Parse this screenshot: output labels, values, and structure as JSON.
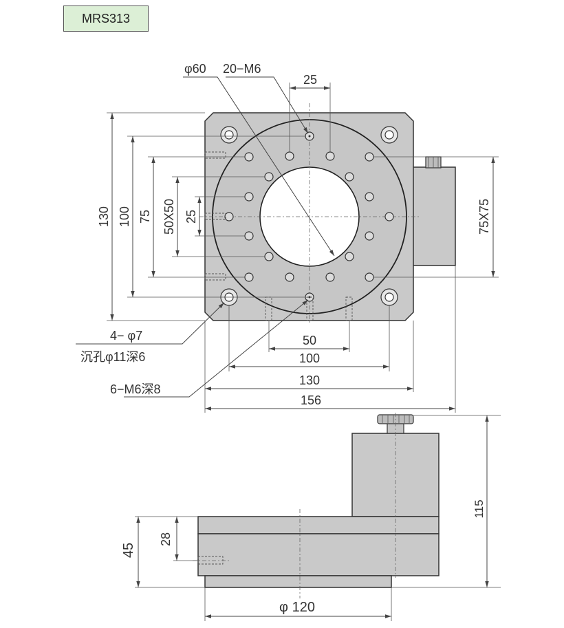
{
  "model": "MRS313",
  "top_view": {
    "callouts": {
      "center_hole": "φ60",
      "tapped_holes": "20−M6",
      "counterbore_1": "4− φ7",
      "counterbore_2": "沉孔φ11深6",
      "side_holes": "6−M6深8"
    },
    "dimensions": {
      "pitch_top": "25",
      "h130": "130",
      "h100": "100",
      "h75": "75",
      "h50x50": "50X50",
      "h25": "25",
      "h75x75": "75X75",
      "w50": "50",
      "w100": "100",
      "w130": "130",
      "w156": "156"
    }
  },
  "side_view": {
    "dimensions": {
      "h45": "45",
      "h28": "28",
      "h115": "115",
      "d120": "φ 120"
    }
  }
}
